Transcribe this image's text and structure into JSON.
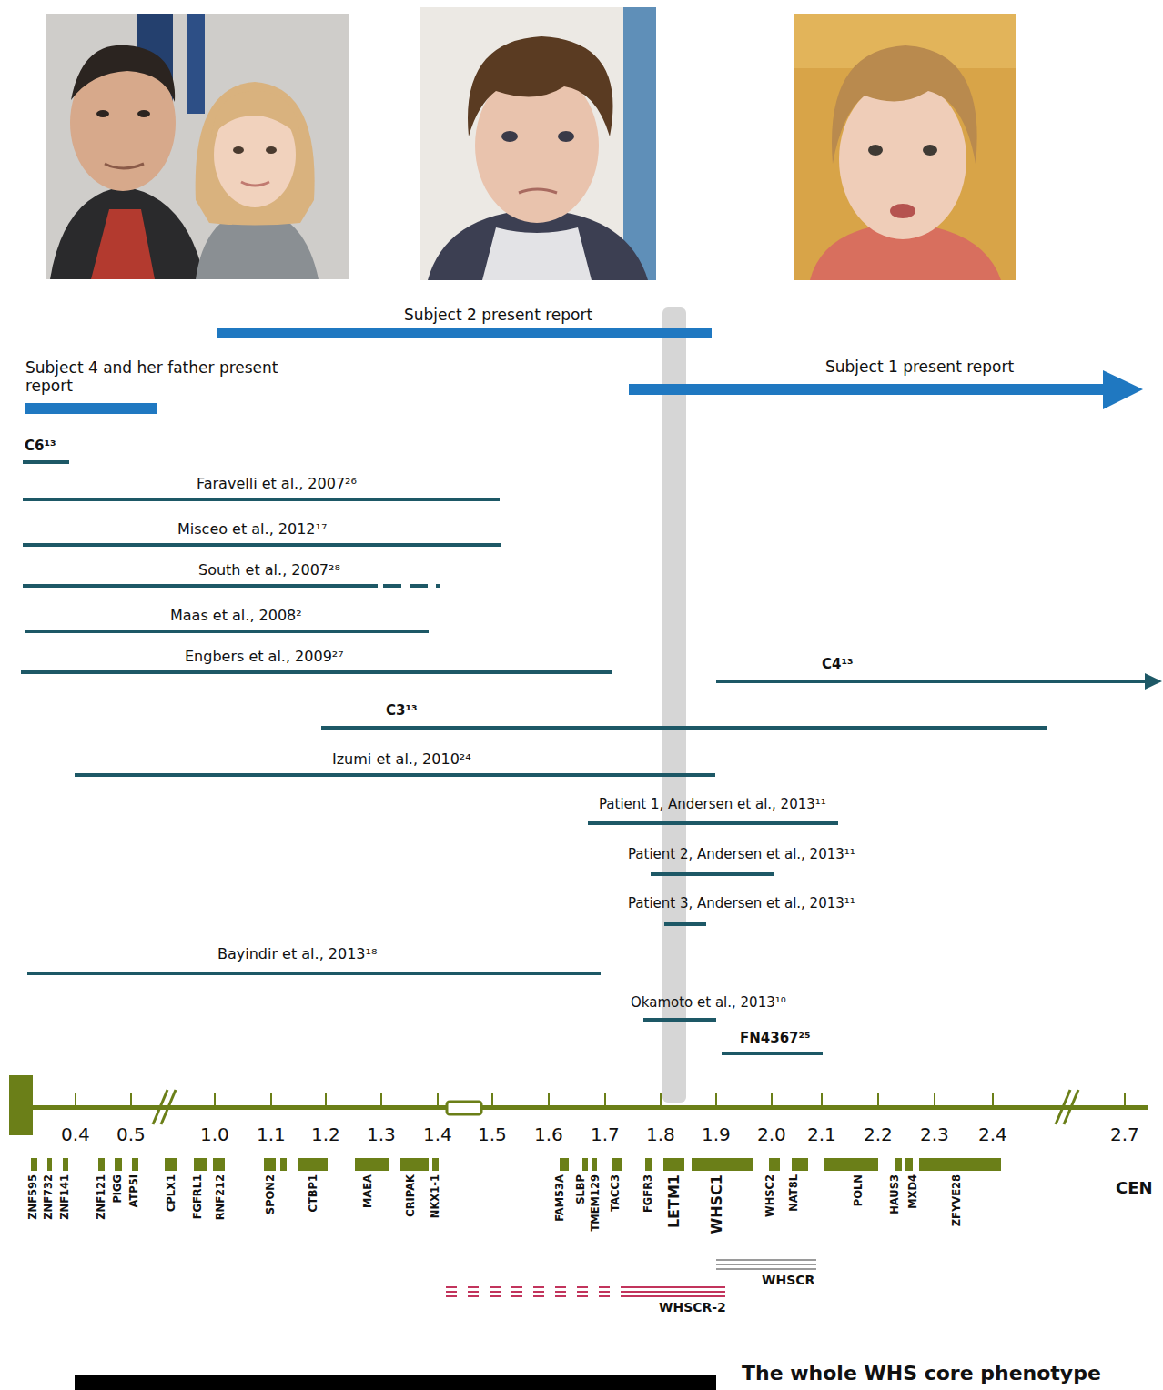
{
  "diagram": {
    "labels": [
      "Subject 2 present report",
      "Subject 4 and her father present report",
      "Subject 1 present report",
      "C6¹³",
      "Faravelli et al., 2007²⁶",
      "Misceo et al., 2012¹⁷",
      "South et al., 2007²⁸",
      "Maas et al., 2008²",
      "Engbers et al., 2009²⁷",
      "C4¹³",
      "C3¹³",
      "Izumi et al., 2010²⁴",
      "Patient 1, Andersen et al., 2013¹¹",
      "Patient 2, Andersen et al., 2013¹¹",
      "Patient 3, Andersen et al., 2013¹¹",
      "Bayindir et al., 2013¹⁸",
      "Okamoto et al., 2013¹⁰",
      "FN4367²⁵",
      "0.4",
      "0.5",
      "1.0",
      "1.1",
      "1.2",
      "1.3",
      "1.4",
      "1.5",
      "1.6",
      "1.7",
      "1.8",
      "1.9",
      "2.0",
      "2.1",
      "2.2",
      "2.3",
      "2.4",
      "2.7",
      "ZNF595",
      "ZNF732",
      "ZNF141",
      "ZNF121",
      "PIGG",
      "ATP5I",
      "CPLX1",
      "FGFRL1",
      "RNF212",
      "SPON2",
      "CTBP1",
      "MAEA",
      "CRIPAK",
      "NKX1-1",
      "FAM53A",
      "SLBP",
      "TMEM129",
      "TACC3",
      "FGFR3",
      "LETM1",
      "WHSC1",
      "WHSC2",
      "NAT8L",
      "POLN",
      "HAUS3",
      "MXD4",
      "ZFYVE28",
      "CEN",
      "WHSCR",
      "WHSCR-2",
      "The whole WHS core phenotype"
    ]
  }
}
